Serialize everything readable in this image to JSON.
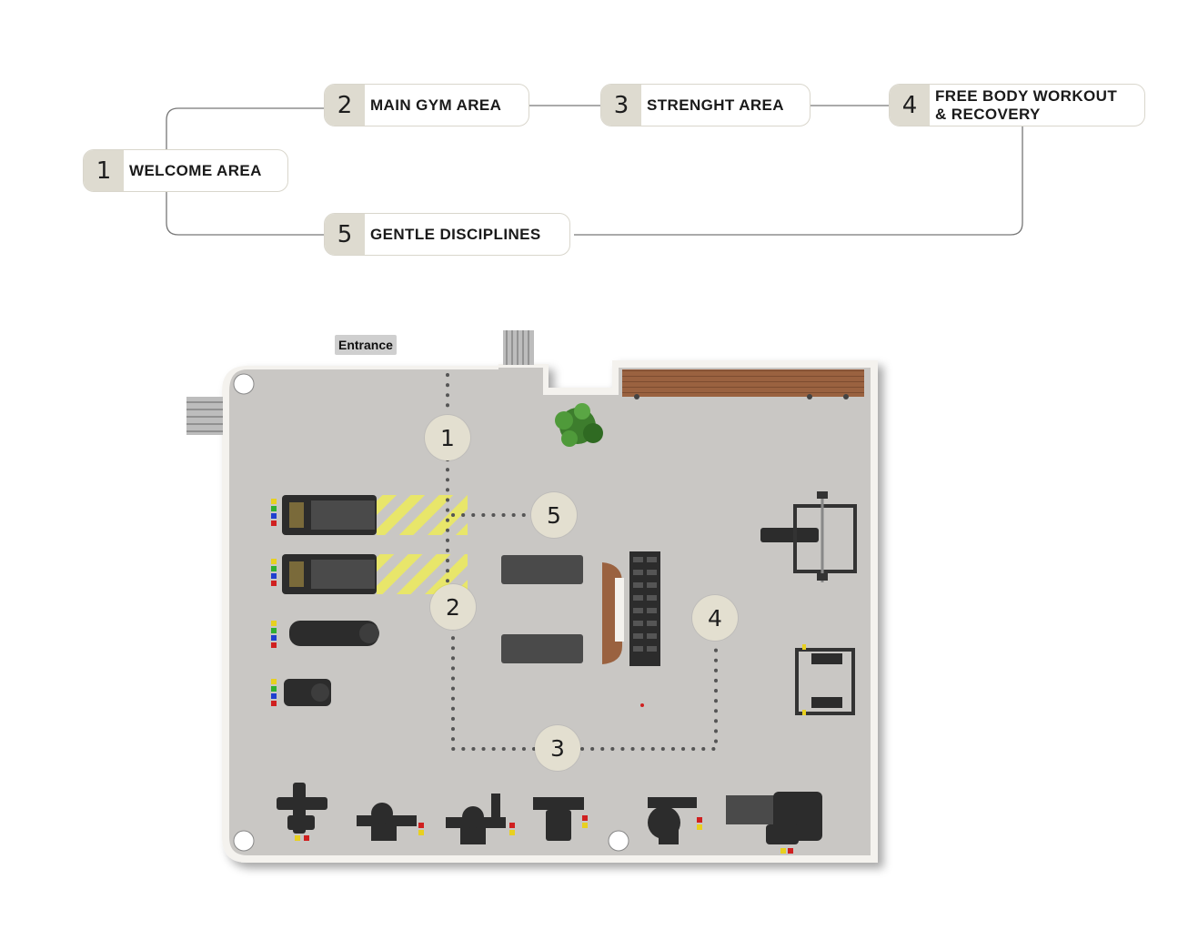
{
  "flow": {
    "steps": [
      {
        "number": "1",
        "label": "WELCOME AREA"
      },
      {
        "number": "2",
        "label": "MAIN GYM AREA"
      },
      {
        "number": "3",
        "label": "STRENGHT AREA"
      },
      {
        "number": "4",
        "label": "FREE BODY WORKOUT\n& RECOVERY"
      },
      {
        "number": "5",
        "label": "GENTLE DISCIPLINES"
      }
    ]
  },
  "floorplan": {
    "entrance_label": "Entrance",
    "zone_markers": [
      "1",
      "2",
      "3",
      "4",
      "5"
    ]
  },
  "colors": {
    "floor": "#c9c7c4",
    "wall": "#f4f2ee",
    "marker_bg": "#e3dfd0",
    "pill_number_bg": "#dedbd0",
    "hazard_yellow": "#e8e66a",
    "wood": "#9a6240",
    "equipment": "#3a3a3a"
  }
}
